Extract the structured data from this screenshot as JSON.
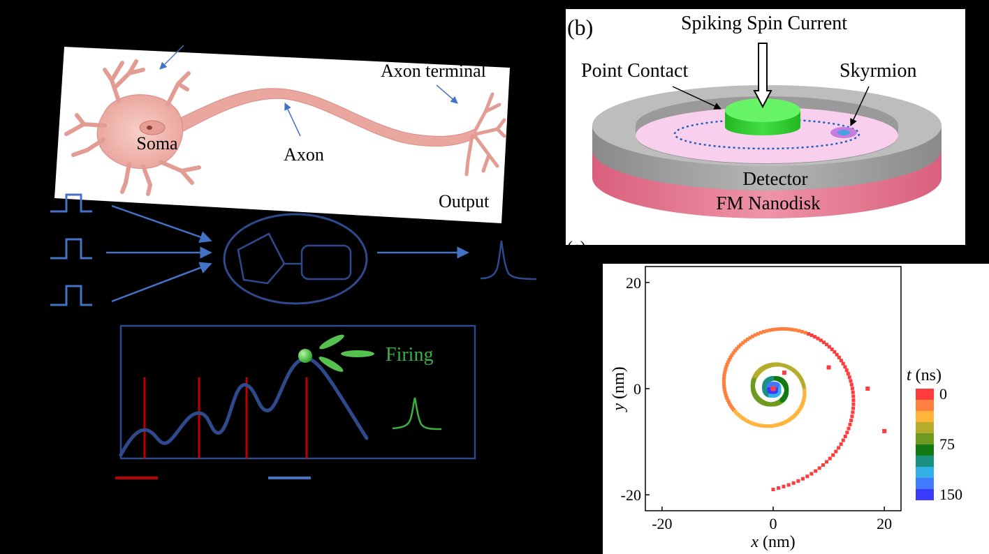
{
  "neuron_panel": {
    "soma_label": "Soma",
    "axon_label": "Axon",
    "axon_terminal_label": "Axon terminal",
    "output_label": "Output"
  },
  "model_panel": {
    "firing_label": "Firing"
  },
  "device_panel": {
    "panel_letter": "(b)",
    "spiking_spin_current_label": "Spiking Spin Current",
    "point_contact_label": "Point Contact",
    "skyrmion_label": "Skyrmion",
    "detector_label": "Detector",
    "nanodisk_label": "FM Nanodisk",
    "next_panel_letter": "(c)",
    "colors": {
      "ring": "#b8b8b8",
      "disk_top": "#f7cdee",
      "disk_side": "#e07d98",
      "contact": "#33cc33"
    }
  },
  "chart_data": {
    "type": "scatter",
    "xlabel_var": "x",
    "xlabel_unit": "(nm)",
    "ylabel_var": "y",
    "ylabel_unit": "(nm)",
    "xlim": [
      -23,
      23
    ],
    "ylim": [
      -23,
      23
    ],
    "x_ticks": [
      "-20",
      "0",
      "20"
    ],
    "y_ticks": [
      "20",
      "0",
      "-20"
    ],
    "x_tick_values": [
      -20,
      0,
      20
    ],
    "y_tick_values": [
      20,
      0,
      -20
    ],
    "trajectory": "skyrmion spirals outward from start point (0.0, 0.0), reaching radius ~19 nm at t = 0 ns (reversed in time: starts at large radius at t=0 and spirals inward to center at t=150 ns)",
    "start_point_red_dashed_path": [
      [
        2,
        3
      ],
      [
        10,
        4
      ],
      [
        17,
        0
      ],
      [
        20,
        -8
      ]
    ],
    "spiral": {
      "center": [
        0,
        0
      ],
      "r_start_nm": 19,
      "r_end_nm": 0.5,
      "t_start_ns": 0,
      "t_end_ns": 150
    },
    "colorbar": {
      "title_var": "t",
      "title_unit": "(ns)",
      "tick_labels": [
        "0",
        "75",
        "150"
      ],
      "tick_values": [
        0,
        75,
        150
      ],
      "colors": [
        "#ff3b3b",
        "#ff7f3f",
        "#ffb43c",
        "#b7ad2d",
        "#6e9a1f",
        "#117a12",
        "#1a9080",
        "#33b0e8",
        "#3f7aff",
        "#3a3aff"
      ]
    }
  }
}
